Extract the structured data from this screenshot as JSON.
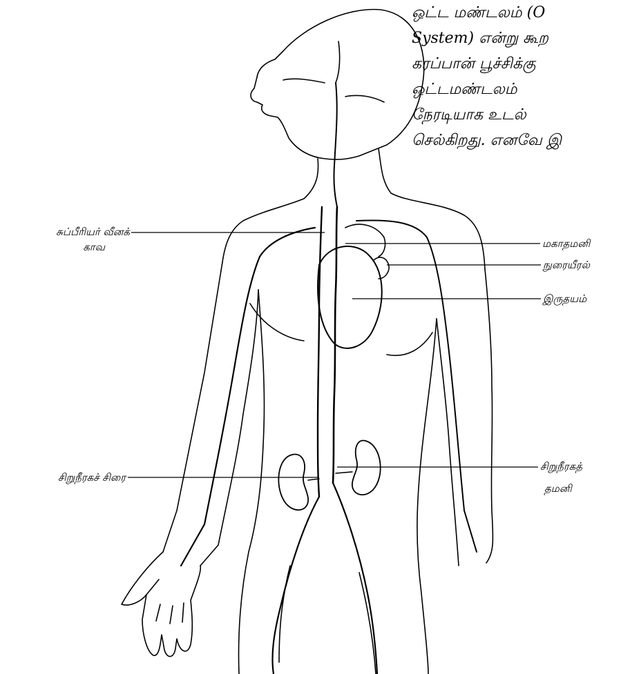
{
  "paragraph_lines": [
    "ஒட்ட மண்டலம் (O",
    "System) என்று கூற",
    "கரப்பான் பூச்சிக்கு",
    "ஒட்டமண்டலம்",
    "நேரடியாக உடல்",
    "செல்கிறது. எனவே இ"
  ],
  "labels": {
    "superior_vena_cava_1": "சுப்பீரியர் வீனக்",
    "superior_vena_cava_2": "காவ",
    "aorta": "மகாதமனி",
    "lung": "நுரையீரல்",
    "heart": "இருதயம்",
    "renal_vein": "சிறுநீரகச் சிரை",
    "renal_artery_1": "சிறுநீரகத்",
    "renal_artery_2": "தமனி"
  }
}
